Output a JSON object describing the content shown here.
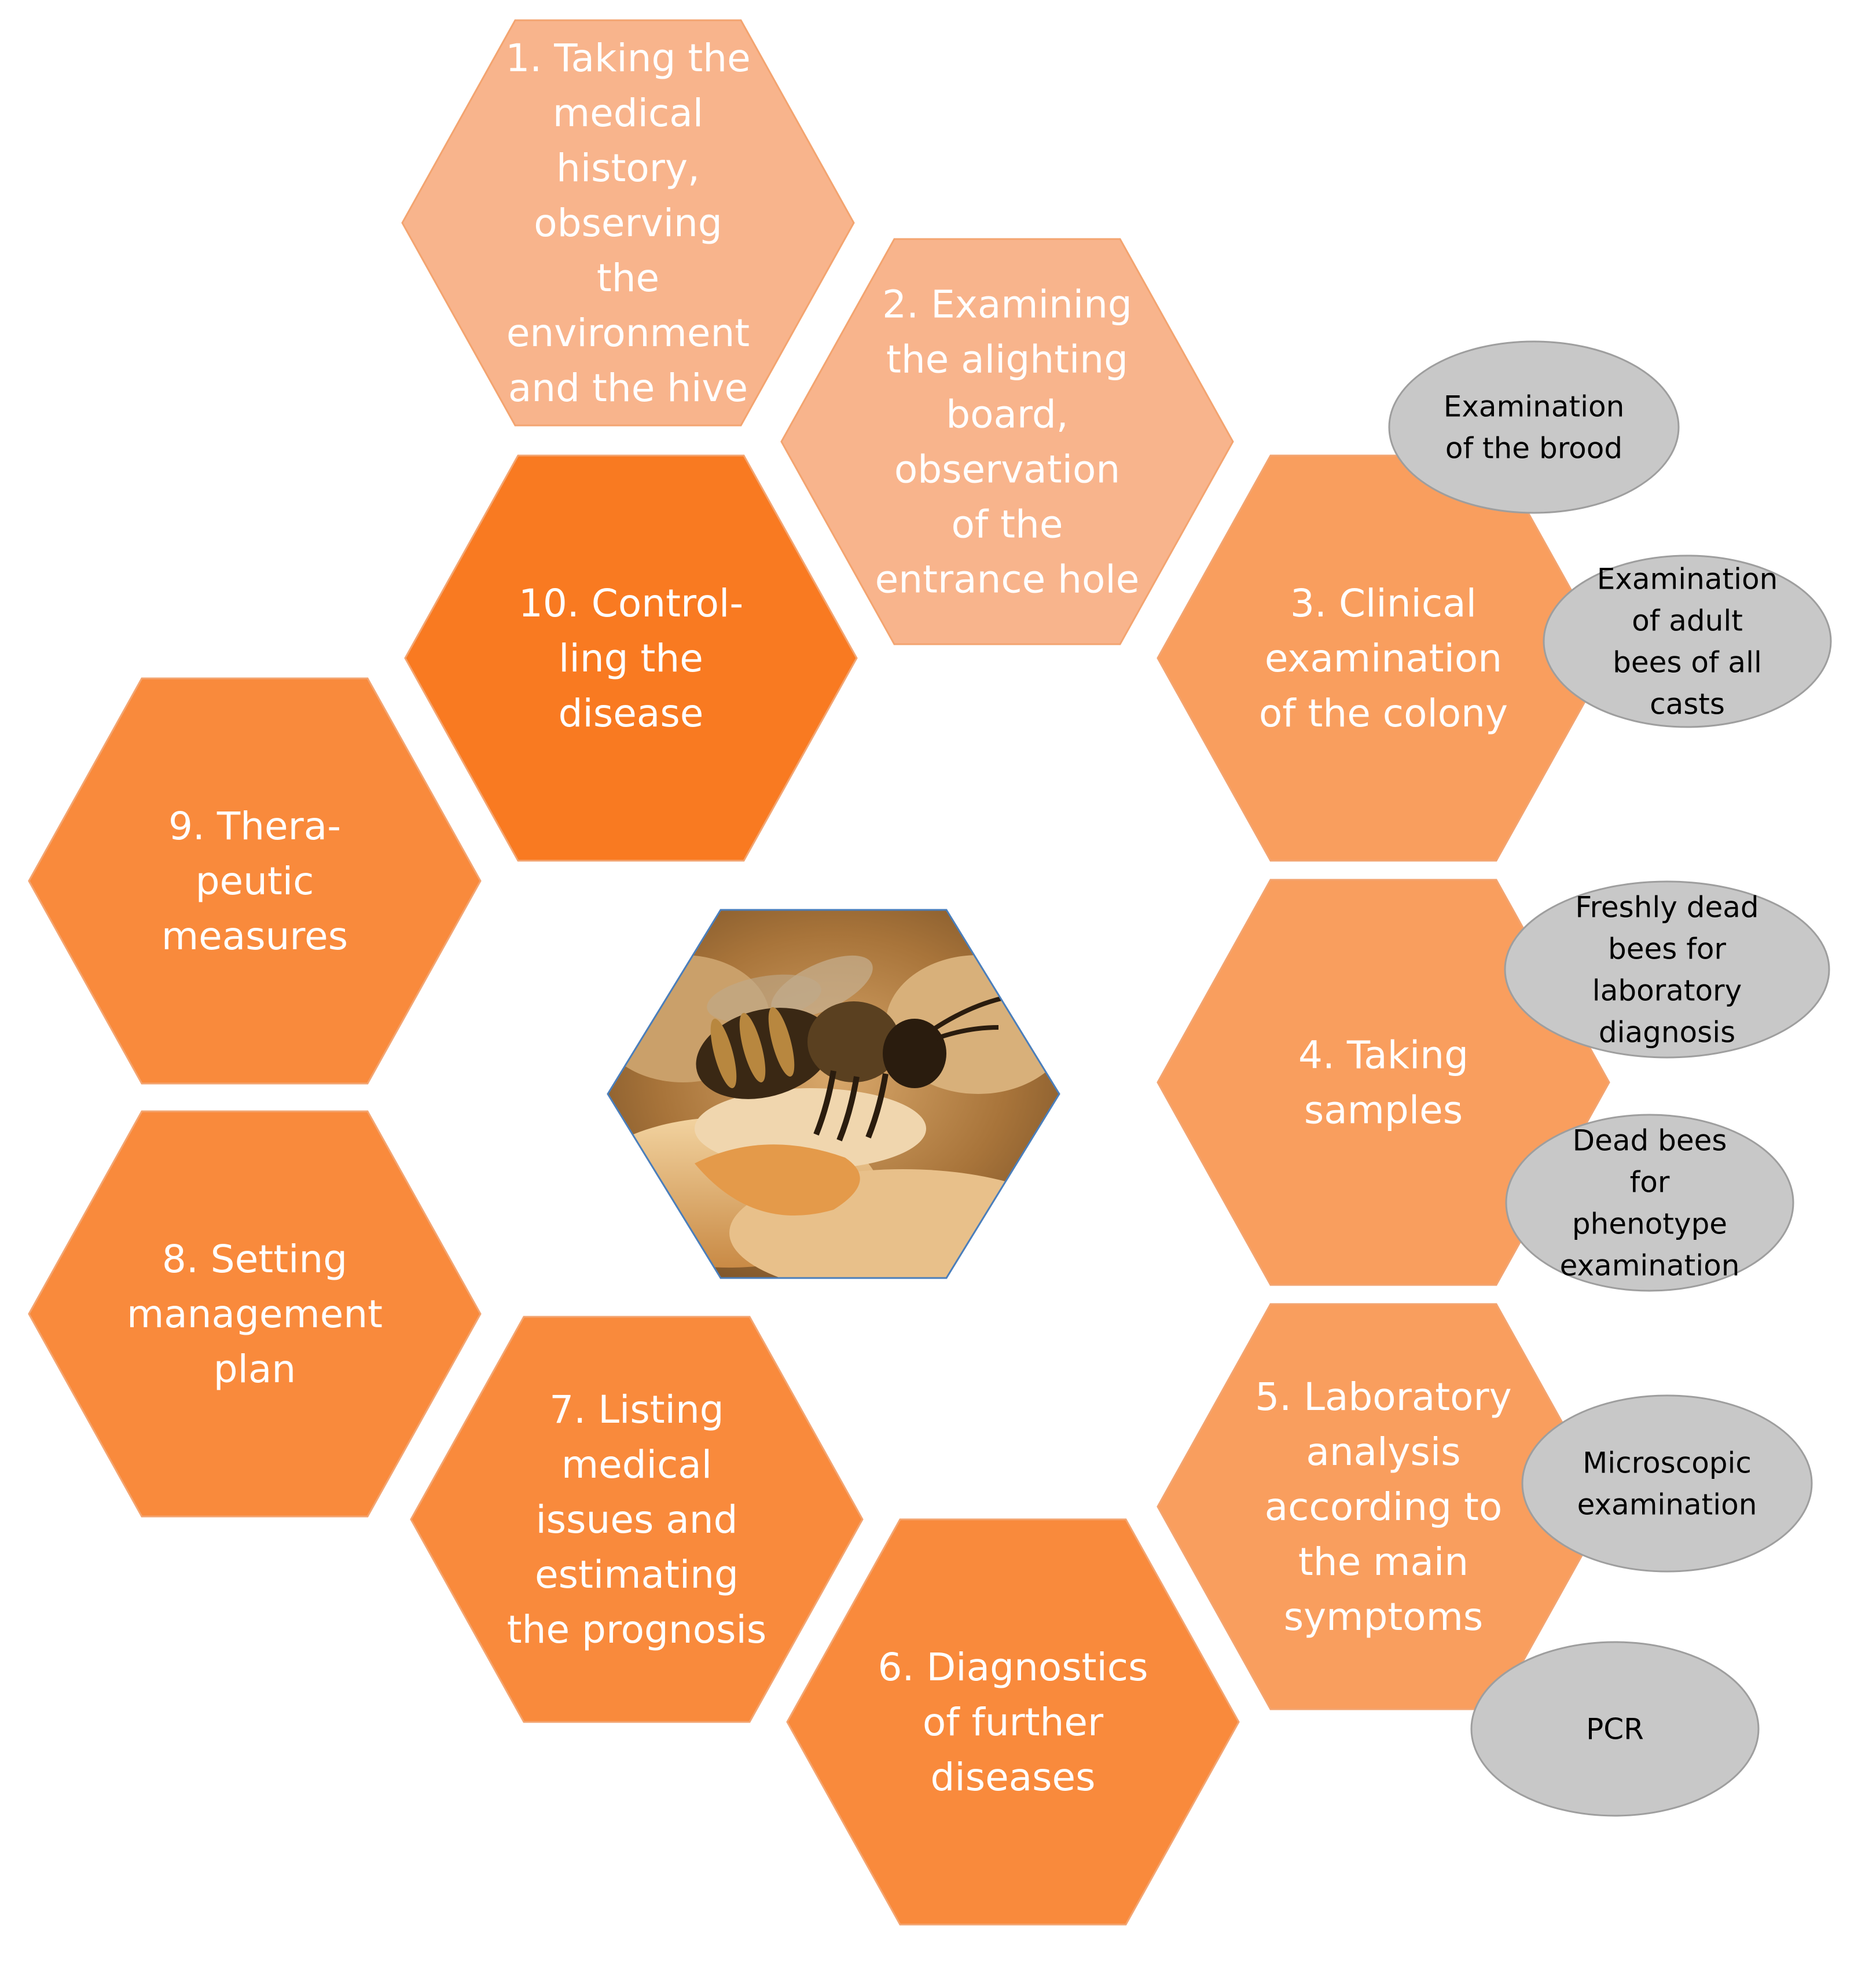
{
  "colors": {
    "light_peach": "#F8B48C",
    "medium_orange": "#F99E5E",
    "dark_orange": "#F97A21",
    "accent_orange": "#F98A3C",
    "hex_outline": "#F3A470",
    "oval_fill": "#C8C8C8",
    "oval_outline": "#9E9E9E",
    "center_outline": "#4A7EBB"
  },
  "center_image": {
    "icon": "honeybee-photo"
  },
  "hexagons": [
    {
      "id": "step-1",
      "lines": [
        "1. Taking the",
        "medical",
        "history,",
        "observing",
        "the",
        "environment",
        "and the hive"
      ]
    },
    {
      "id": "step-2",
      "lines": [
        "2. Examining",
        "the alighting",
        "board,",
        "observation",
        "of the",
        "entrance hole"
      ]
    },
    {
      "id": "step-3",
      "lines": [
        "3. Clinical",
        "examination",
        "of the colony"
      ]
    },
    {
      "id": "step-4",
      "lines": [
        "4. Taking",
        "samples"
      ]
    },
    {
      "id": "step-5",
      "lines": [
        "5. Laboratory",
        "analysis",
        "according to",
        "the main",
        "symptoms"
      ]
    },
    {
      "id": "step-6",
      "lines": [
        "6. Diagnostics",
        "of further",
        "diseases"
      ]
    },
    {
      "id": "step-7",
      "lines": [
        "7. Listing",
        "medical",
        "issues and",
        "estimating",
        "the prognosis"
      ]
    },
    {
      "id": "step-8",
      "lines": [
        "8. Setting",
        "management",
        "plan"
      ]
    },
    {
      "id": "step-9",
      "lines": [
        "9. Thera-",
        "peutic",
        "measures"
      ]
    },
    {
      "id": "step-10",
      "lines": [
        "10. Control-",
        "ling the",
        "disease"
      ]
    }
  ],
  "ovals": [
    {
      "id": "brood-exam",
      "lines": [
        "Examination",
        "of the brood"
      ]
    },
    {
      "id": "adult-bees-exam",
      "lines": [
        "Examination",
        "of adult",
        "bees of all",
        "casts"
      ]
    },
    {
      "id": "freshly-dead",
      "lines": [
        "Freshly dead",
        "bees for",
        "laboratory",
        "diagnosis"
      ]
    },
    {
      "id": "dead-phenotype",
      "lines": [
        "Dead bees",
        "for",
        "phenotype",
        "examination"
      ]
    },
    {
      "id": "microscopic",
      "lines": [
        "Microscopic",
        "examination"
      ]
    },
    {
      "id": "pcr",
      "lines": [
        "PCR"
      ]
    }
  ]
}
